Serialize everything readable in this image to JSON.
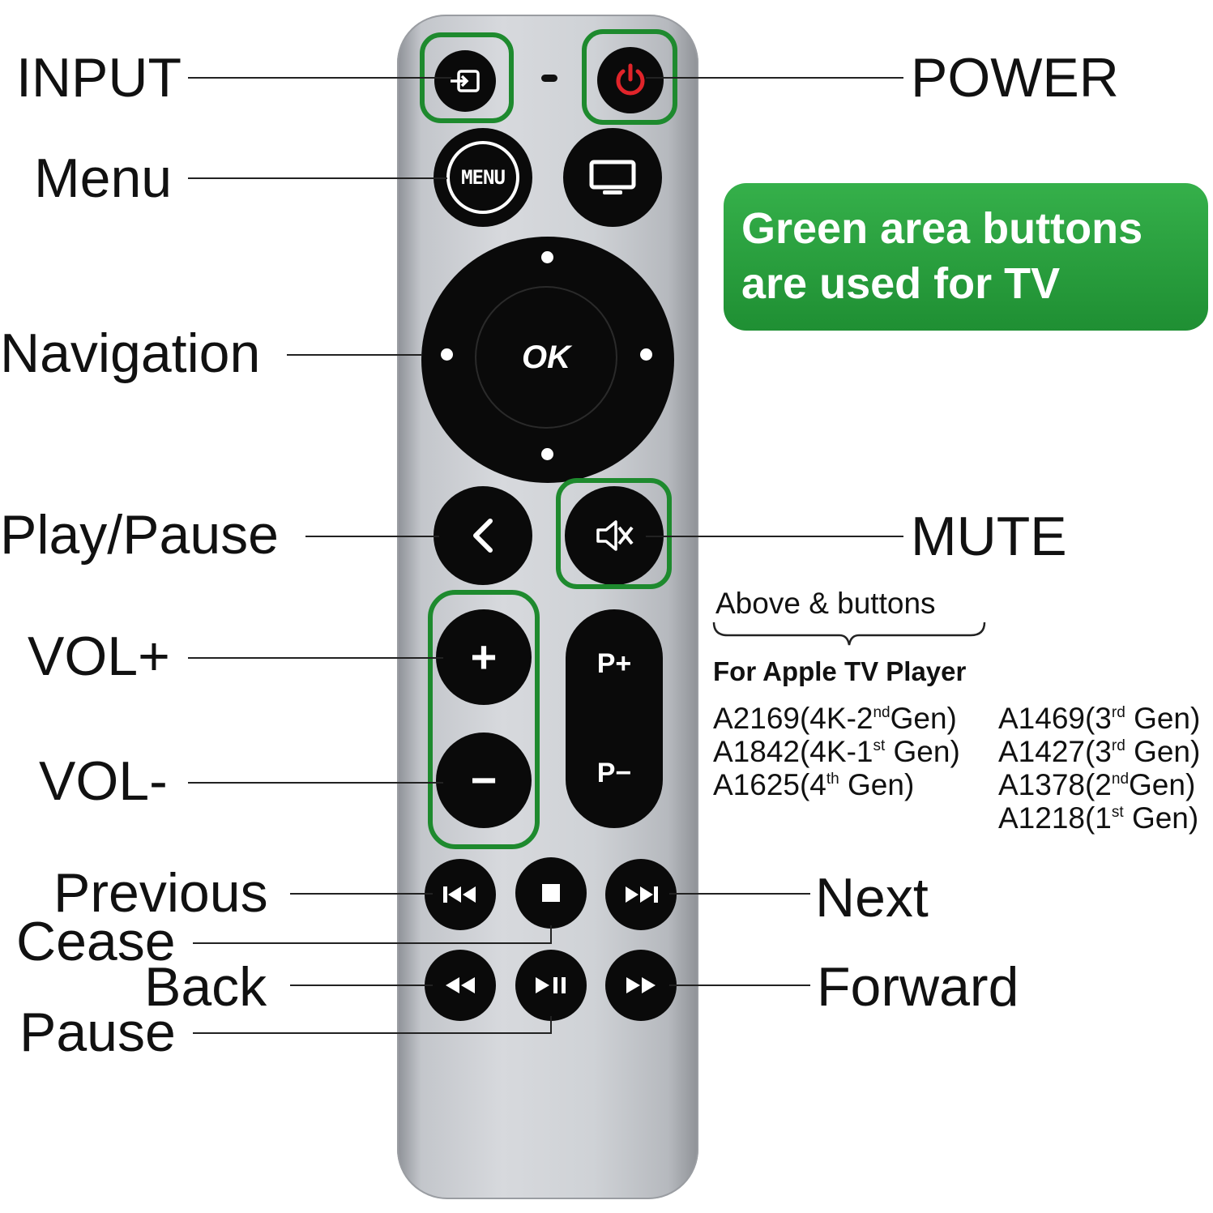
{
  "labels": {
    "input": "INPUT",
    "power": "POWER",
    "menu": "Menu",
    "navigation": "Navigation",
    "play_pause": "Play/Pause",
    "mute": "MUTE",
    "vol_up": "VOL+",
    "vol_down": "VOL-",
    "previous": "Previous",
    "cease": "Cease",
    "back": "Back",
    "pause": "Pause",
    "next": "Next",
    "forward": "Forward"
  },
  "remote": {
    "menu_text": "MENU",
    "ok_text": "OK",
    "p_up": "P+",
    "p_down": "P−",
    "vol_plus_glyph": "+",
    "vol_minus_glyph": "−",
    "back_glyph": "<"
  },
  "note": {
    "line1": "Green area buttons",
    "line2": "are used for TV"
  },
  "compat": {
    "above": "Above & buttons",
    "for": "For Apple TV Player",
    "models_left": [
      {
        "code": "A2169(4K-2",
        "sup": "nd",
        "rest": "Gen)"
      },
      {
        "code": "A1842(4K-1",
        "sup": "st",
        "rest": " Gen)"
      },
      {
        "code": "A1625(4",
        "sup": "th",
        "rest": " Gen)"
      }
    ],
    "models_right": [
      {
        "code": "A1469(3",
        "sup": "rd",
        "rest": " Gen)"
      },
      {
        "code": "A1427(3",
        "sup": "rd",
        "rest": " Gen)"
      },
      {
        "code": "A1378(2",
        "sup": "nd",
        "rest": "Gen)"
      },
      {
        "code": "A1218(1",
        "sup": "st",
        "rest": " Gen)"
      }
    ]
  },
  "colors": {
    "highlight": "#1e8a2e",
    "note_bg": "#2aa03e",
    "power_red": "#e0242a"
  },
  "icons": [
    "input-icon",
    "power-icon",
    "tv-icon",
    "mute-icon",
    "previous-icon",
    "stop-icon",
    "next-icon",
    "rewind-icon",
    "play-pause-icon",
    "fast-forward-icon"
  ]
}
